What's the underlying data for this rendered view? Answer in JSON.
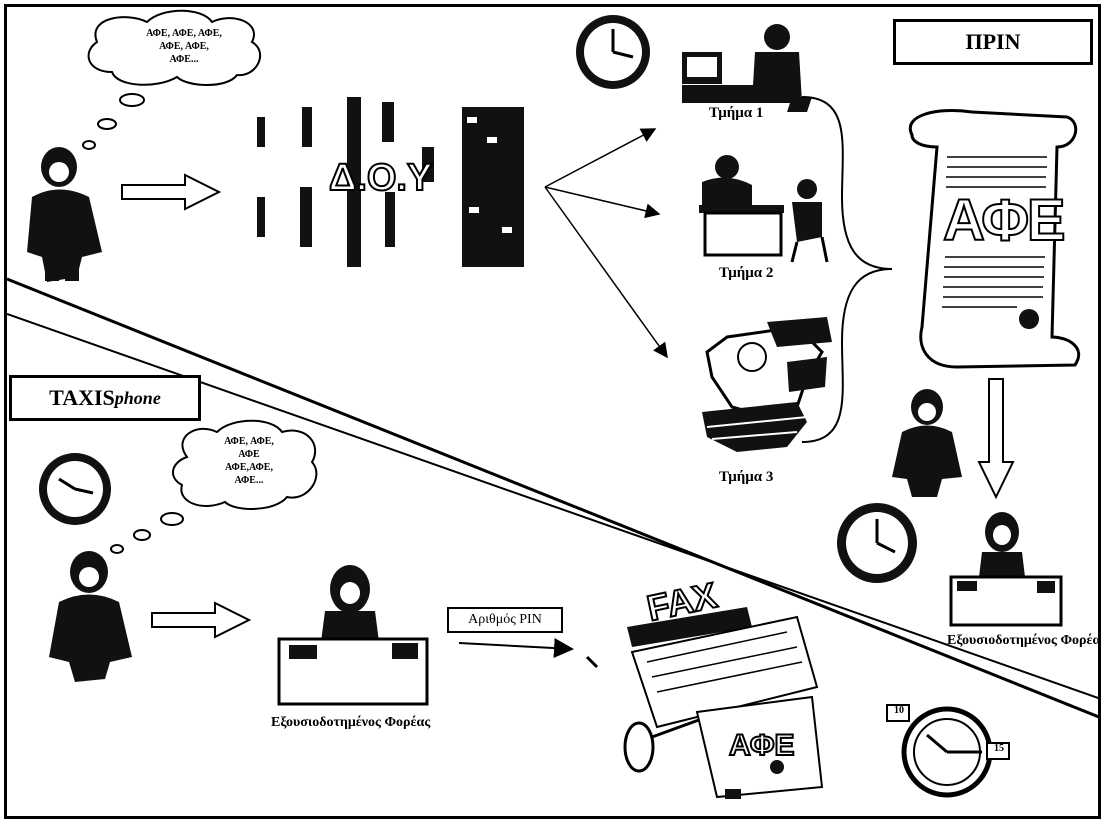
{
  "before_label": "ΠΡΙΝ",
  "after_label_main": "TAXIS",
  "after_label_suffix": "phone",
  "tax_office": "Δ.Ο.Υ",
  "document_text": "ΑΦΕ",
  "fax_text": "FAX",
  "fax_doc_text": "ΑΦΕ",
  "pin_label": "Αριθμός PIN",
  "departments": [
    "Τμήμα 1",
    "Τμήμα 2",
    "Τμήμα 3"
  ],
  "thought_before": [
    "ΑΦΕ, ΑΦΕ, ΑΦΕ,",
    "ΑΦΕ, ΑΦΕ,",
    "ΑΦΕ..."
  ],
  "thought_after": [
    "ΑΦΕ, ΑΦΕ,",
    "ΑΦΕ",
    "ΑΦΕ,ΑΦΕ,",
    "ΑΦΕ..."
  ],
  "clerk_caption_before": "Εξουσιοδοτημένος Φορέας",
  "clerk_caption_after": "Εξουσιοδοτημένος Φορέας",
  "clock_badges": [
    "10",
    "15"
  ]
}
